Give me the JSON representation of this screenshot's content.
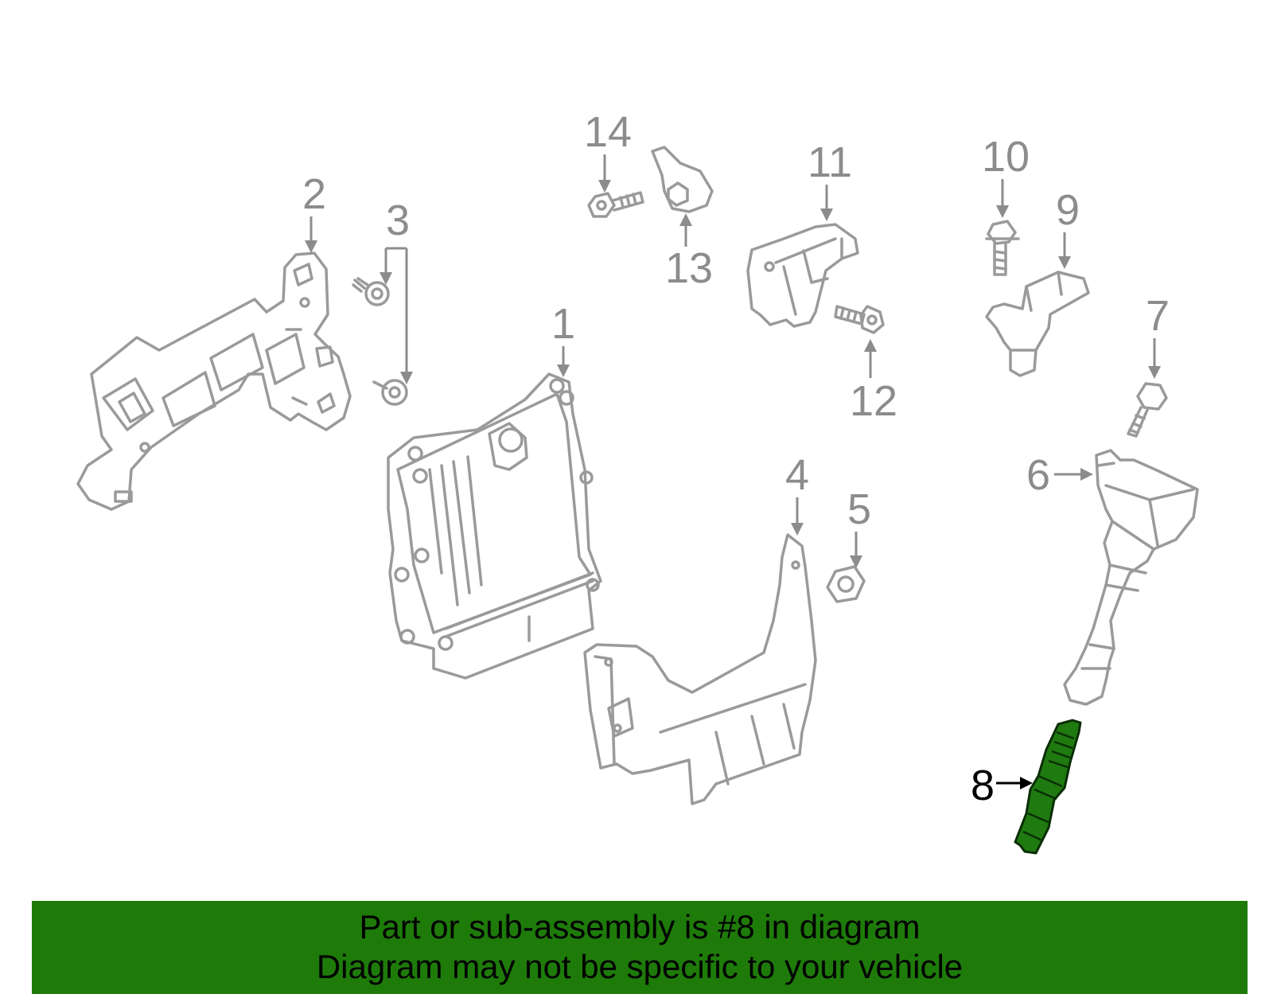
{
  "colors": {
    "part_stroke": "#9a9a9a",
    "callout": "#8c8c8c",
    "highlight": "#000000",
    "highlighted_part": "#1f7a10",
    "banner_bg": "#1e7b0a",
    "background": "#ffffff"
  },
  "callouts": {
    "c1": "1",
    "c2": "2",
    "c3": "3",
    "c4": "4",
    "c5": "5",
    "c6": "6",
    "c7": "7",
    "c8": "8",
    "c9": "9",
    "c10": "10",
    "c11": "11",
    "c12": "12",
    "c13": "13",
    "c14": "14"
  },
  "highlighted_callout": "8",
  "banner": {
    "line1": "Part or sub-assembly is #8 in diagram",
    "line2": "Diagram may not be specific to your vehicle"
  }
}
